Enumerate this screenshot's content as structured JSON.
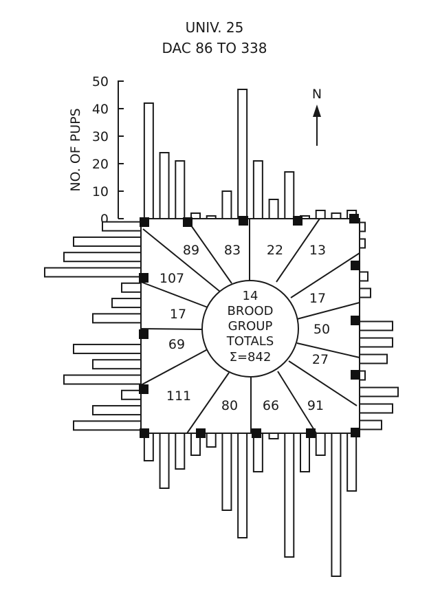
{
  "title": [
    "UNIV. 25",
    "DAC 86 TO 338"
  ],
  "north_label": "N",
  "center": {
    "lines": [
      "14",
      "BROOD",
      "GROUP",
      "TOTALS"
    ],
    "sum_label": "Σ=842"
  },
  "cells": [
    {
      "label": "89"
    },
    {
      "label": "83"
    },
    {
      "label": "22"
    },
    {
      "label": "13"
    },
    {
      "label": "107"
    },
    {
      "label": "17"
    },
    {
      "label": "17"
    },
    {
      "label": "50"
    },
    {
      "label": "69"
    },
    {
      "label": "27"
    },
    {
      "label": "111"
    },
    {
      "label": "80"
    },
    {
      "label": "66"
    },
    {
      "label": "91"
    }
  ],
  "chart_data": {
    "type": "bar",
    "ylabel": "NO. OF PUPS",
    "ylim": [
      0,
      50
    ],
    "yticks": [
      "0",
      "10",
      "20",
      "30",
      "40",
      "50"
    ],
    "sides": {
      "top": [
        42,
        24,
        21,
        2,
        1,
        10,
        47,
        21,
        7,
        17,
        1,
        3,
        2,
        3
      ],
      "right": [
        2,
        2,
        0,
        3,
        4,
        0,
        12,
        12,
        10,
        2,
        14,
        12,
        8
      ],
      "bottom": [
        10,
        20,
        13,
        8,
        5,
        28,
        38,
        14,
        2,
        45,
        14,
        8,
        52,
        21
      ],
      "left": [
        4,
        7,
        8,
        10,
        2,
        3,
        5,
        0,
        7,
        5,
        8,
        2,
        5,
        7
      ]
    }
  }
}
